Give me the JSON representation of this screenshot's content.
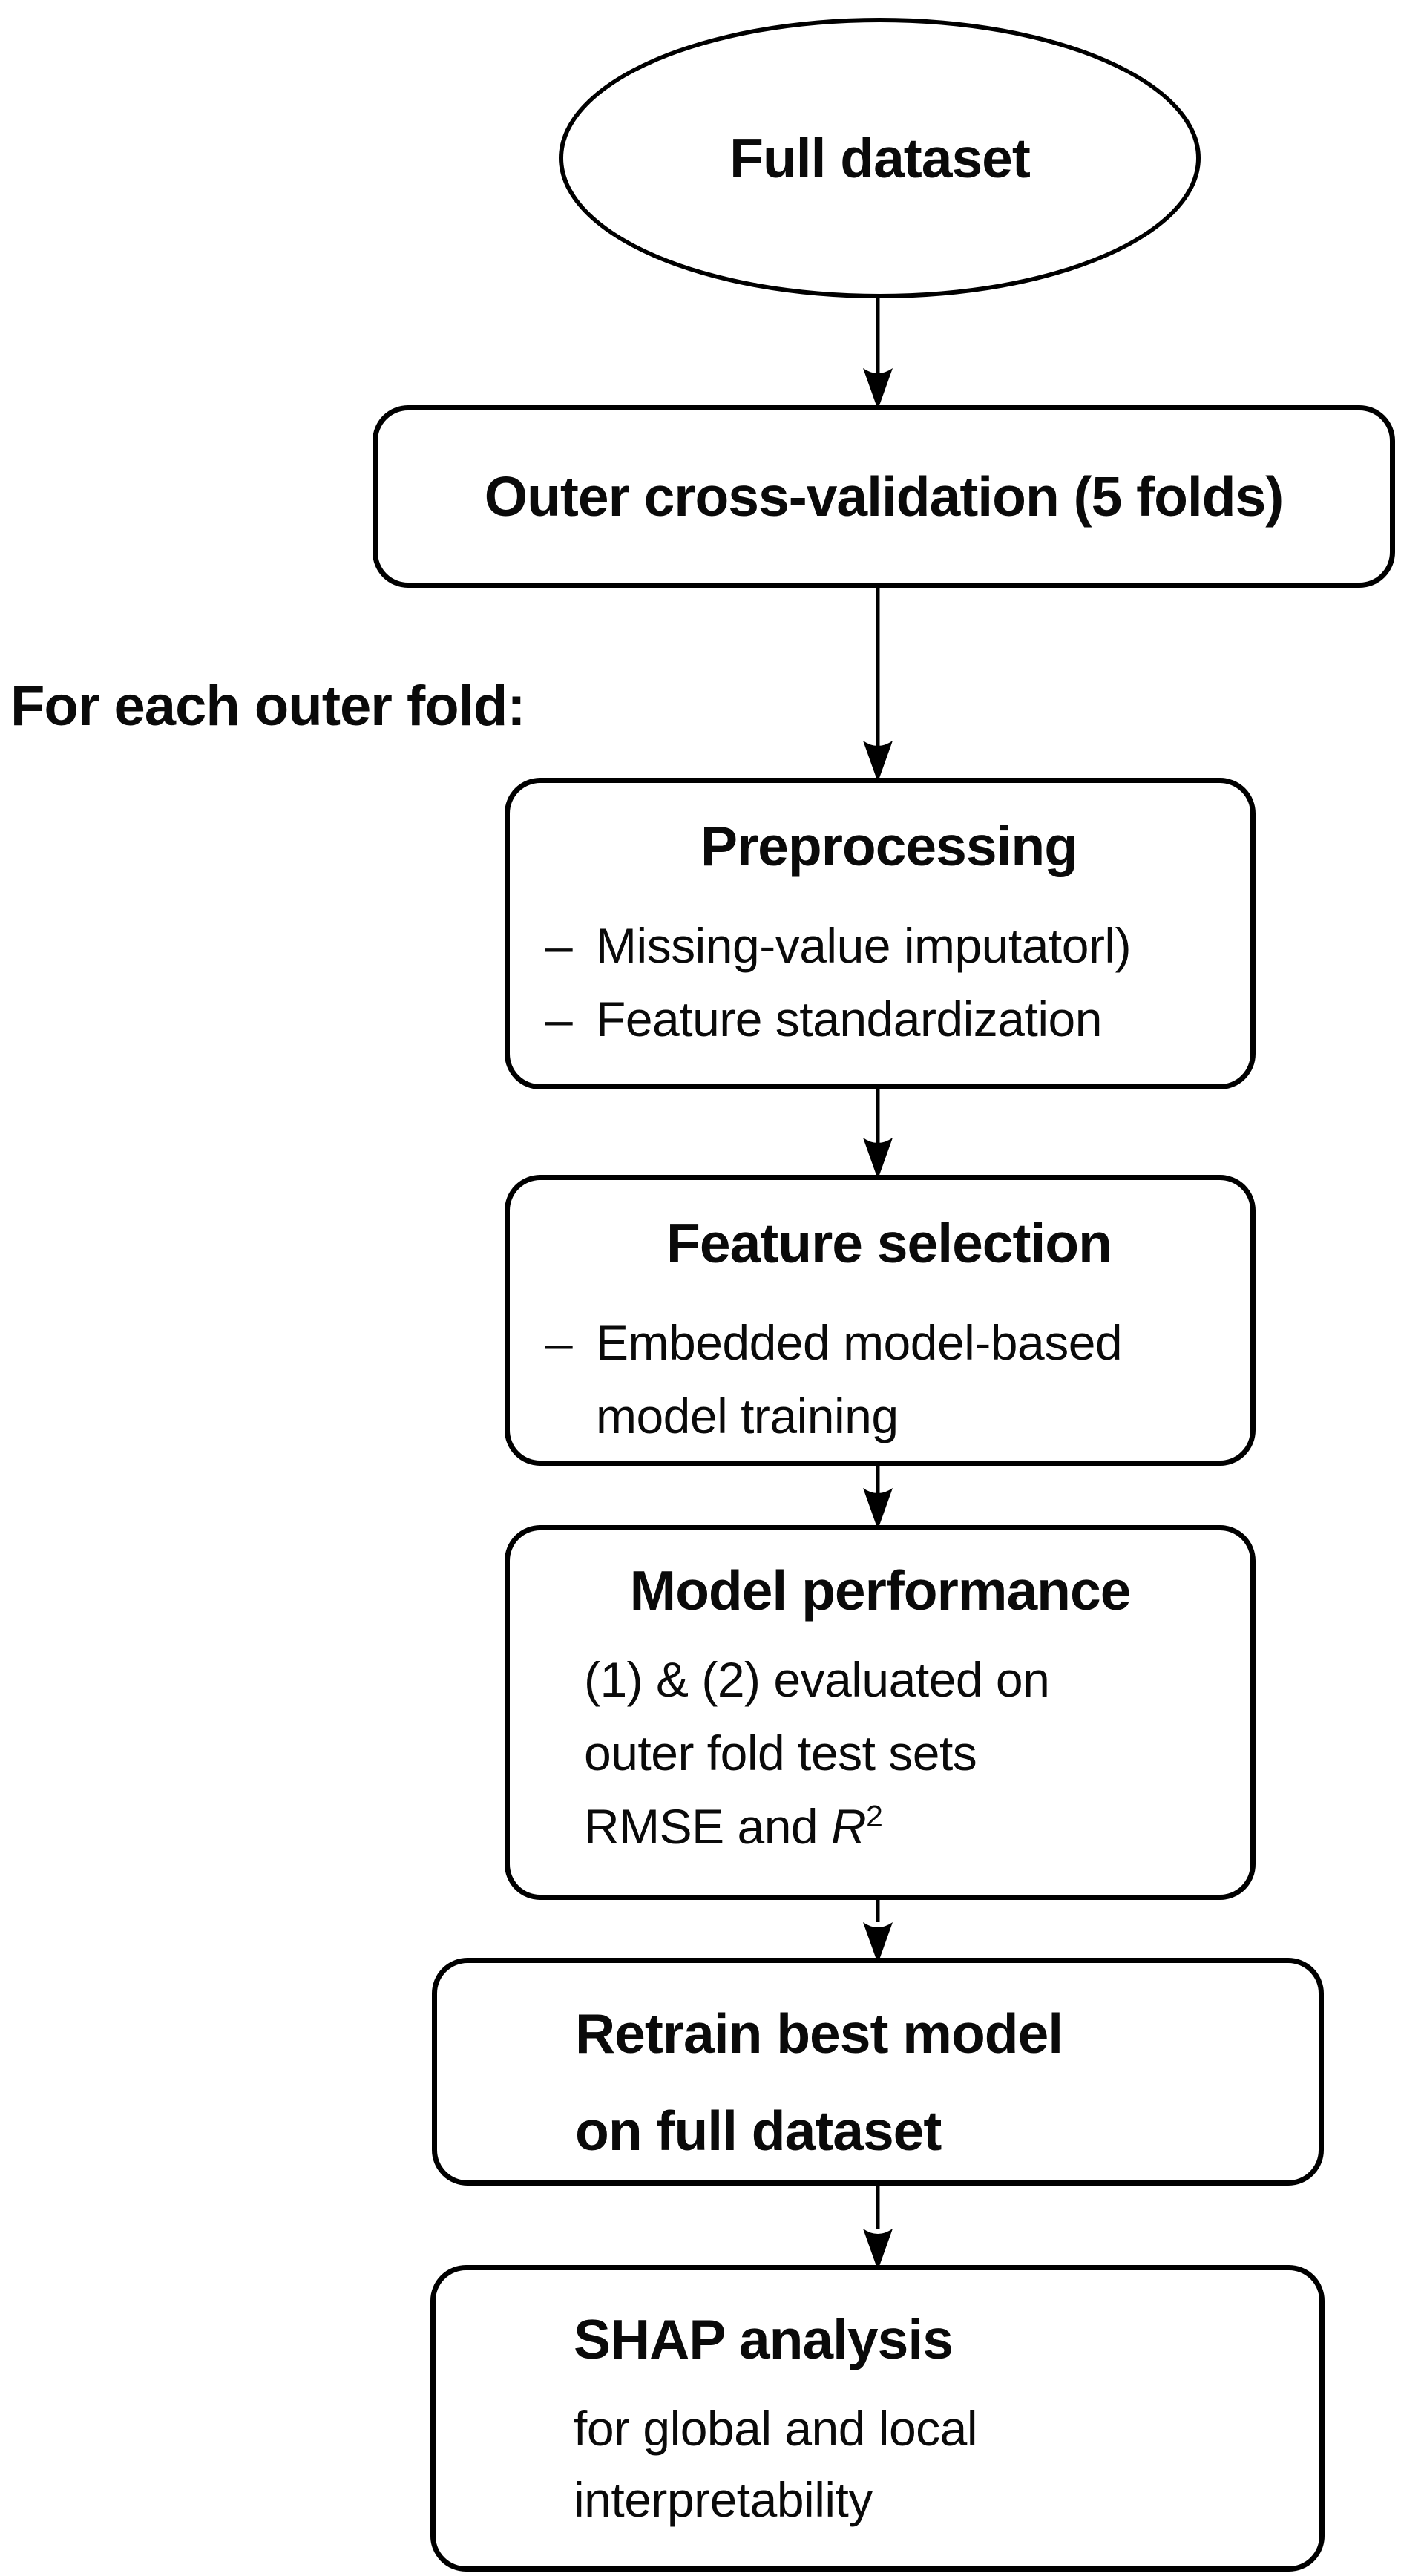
{
  "diagram": {
    "loop_label": "For each outer fold:",
    "bullet_marker": "–",
    "colors": {
      "stroke": "#000000",
      "background": "#ffffff",
      "text": "#0a0a0a"
    },
    "nodes": {
      "full_dataset": {
        "label": "Full dataset"
      },
      "outer_cv": {
        "label": "Outer cross-validation (5 folds)"
      },
      "preprocessing": {
        "title": "Preprocessing",
        "bullets": [
          "Missing-value imputatorl)",
          "Feature standardization"
        ]
      },
      "feature_selection": {
        "title": "Feature selection",
        "bullets": [
          "Embedded model-based model training"
        ]
      },
      "model_performance": {
        "title": "Model performance",
        "lines": [
          "(1) & (2) evaluated on",
          "outer fold test sets"
        ],
        "metrics_prefix": "RMSE and",
        "metric_symbol": "R",
        "metric_exponent": "2"
      },
      "retrain": {
        "lines": [
          "Retrain best model",
          "on full dataset"
        ]
      },
      "shap": {
        "title": "SHAP analysis",
        "lines": [
          "for global and local",
          "interpretability"
        ]
      }
    },
    "edges": [
      "full_dataset -> outer_cv",
      "outer_cv -> preprocessing",
      "preprocessing -> feature_selection",
      "feature_selection -> model_performance",
      "model_performance -> retrain",
      "retrain -> shap"
    ]
  }
}
